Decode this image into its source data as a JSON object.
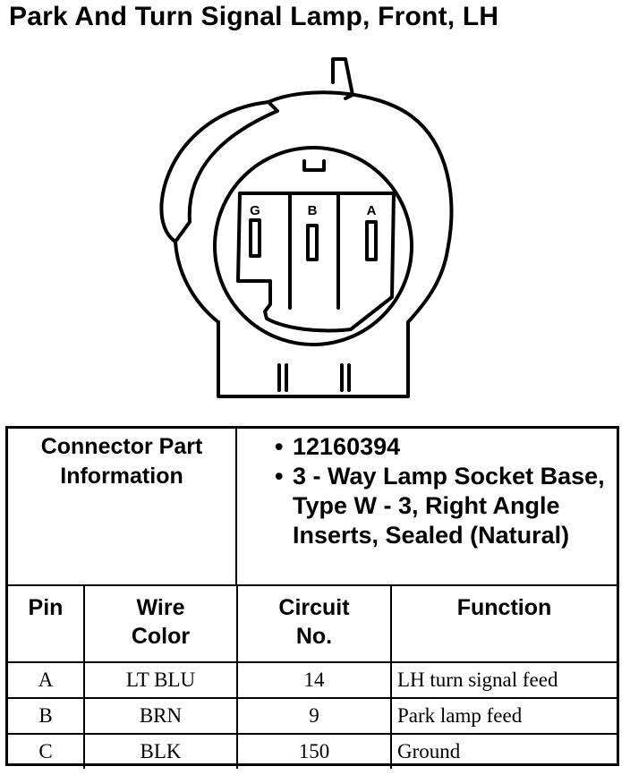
{
  "title": "Park And Turn Signal Lamp, Front, LH",
  "connector": {
    "pins": [
      "G",
      "B",
      "A"
    ]
  },
  "info": {
    "label_line1": "Connector Part",
    "label_line2": "Information",
    "bullets": [
      {
        "symbol": "•",
        "text": "12160394"
      },
      {
        "symbol": "•",
        "text": "3 - Way Lamp Socket Base, Type W - 3, Right Angle Inserts, Sealed (Natural)"
      }
    ]
  },
  "table": {
    "headers": [
      "Pin",
      "Wire Color",
      "Circuit No.",
      "Function"
    ],
    "rows": [
      {
        "pin": "A",
        "color": "LT BLU",
        "circuit": "14",
        "function": "LH turn signal feed"
      },
      {
        "pin": "B",
        "color": "BRN",
        "circuit": "9",
        "function": "Park lamp feed"
      },
      {
        "pin": "C",
        "color": "BLK",
        "circuit": "150",
        "function": "Ground"
      }
    ]
  }
}
